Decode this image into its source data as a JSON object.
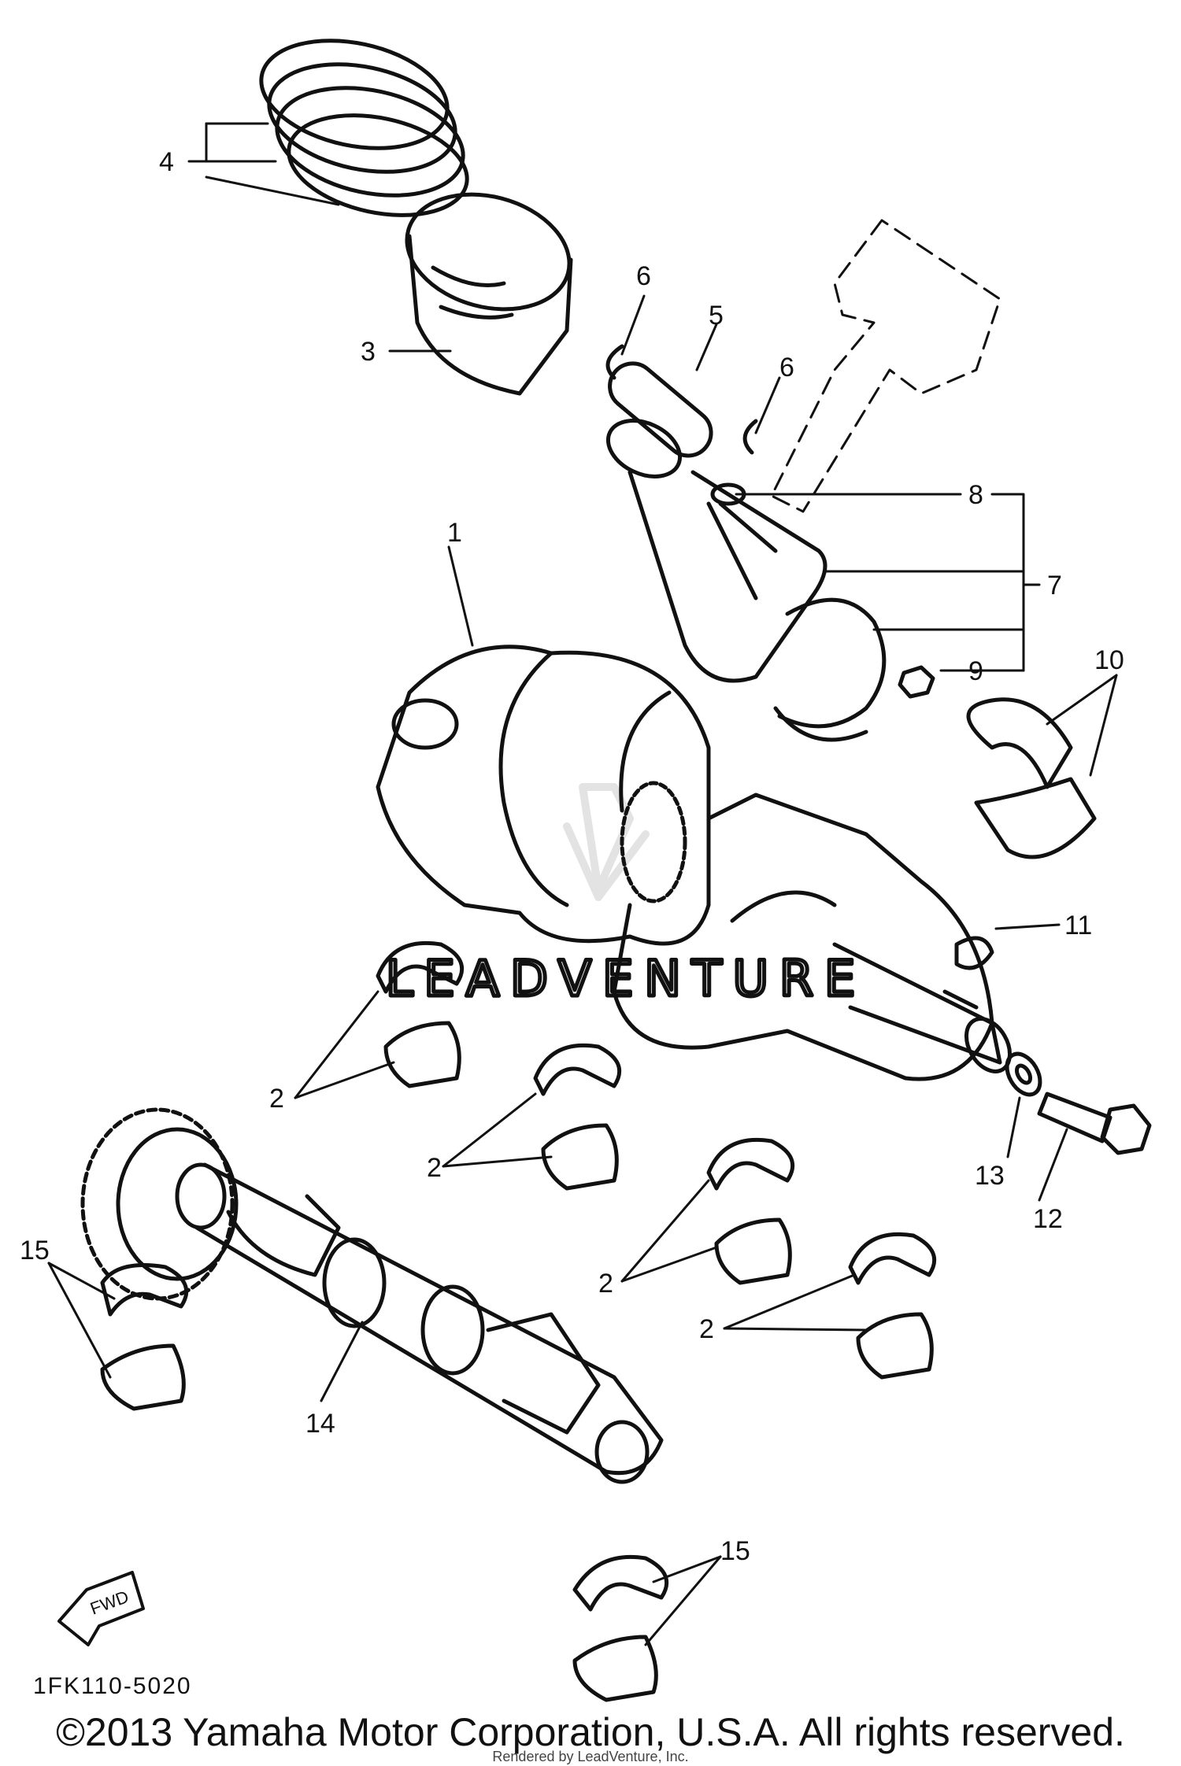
{
  "diagram": {
    "callouts": {
      "c1": "1",
      "c2a": "2",
      "c2b": "2",
      "c2c": "2",
      "c2d": "2",
      "c3": "3",
      "c4": "4",
      "c5": "5",
      "c6a": "6",
      "c6b": "6",
      "c7": "7",
      "c8": "8",
      "c9": "9",
      "c10": "10",
      "c11": "11",
      "c12": "12",
      "c13": "13",
      "c14": "14",
      "c15a": "15",
      "c15b": "15"
    },
    "fwd_label": "FWD",
    "drawing_code": "1FK110-5020"
  },
  "watermark": "LEADVENTURE",
  "footer": {
    "copyright": "©2013 Yamaha Motor Corporation, U.S.A. All rights reserved.",
    "rendered_by": "Rendered by LeadVenture, Inc."
  }
}
